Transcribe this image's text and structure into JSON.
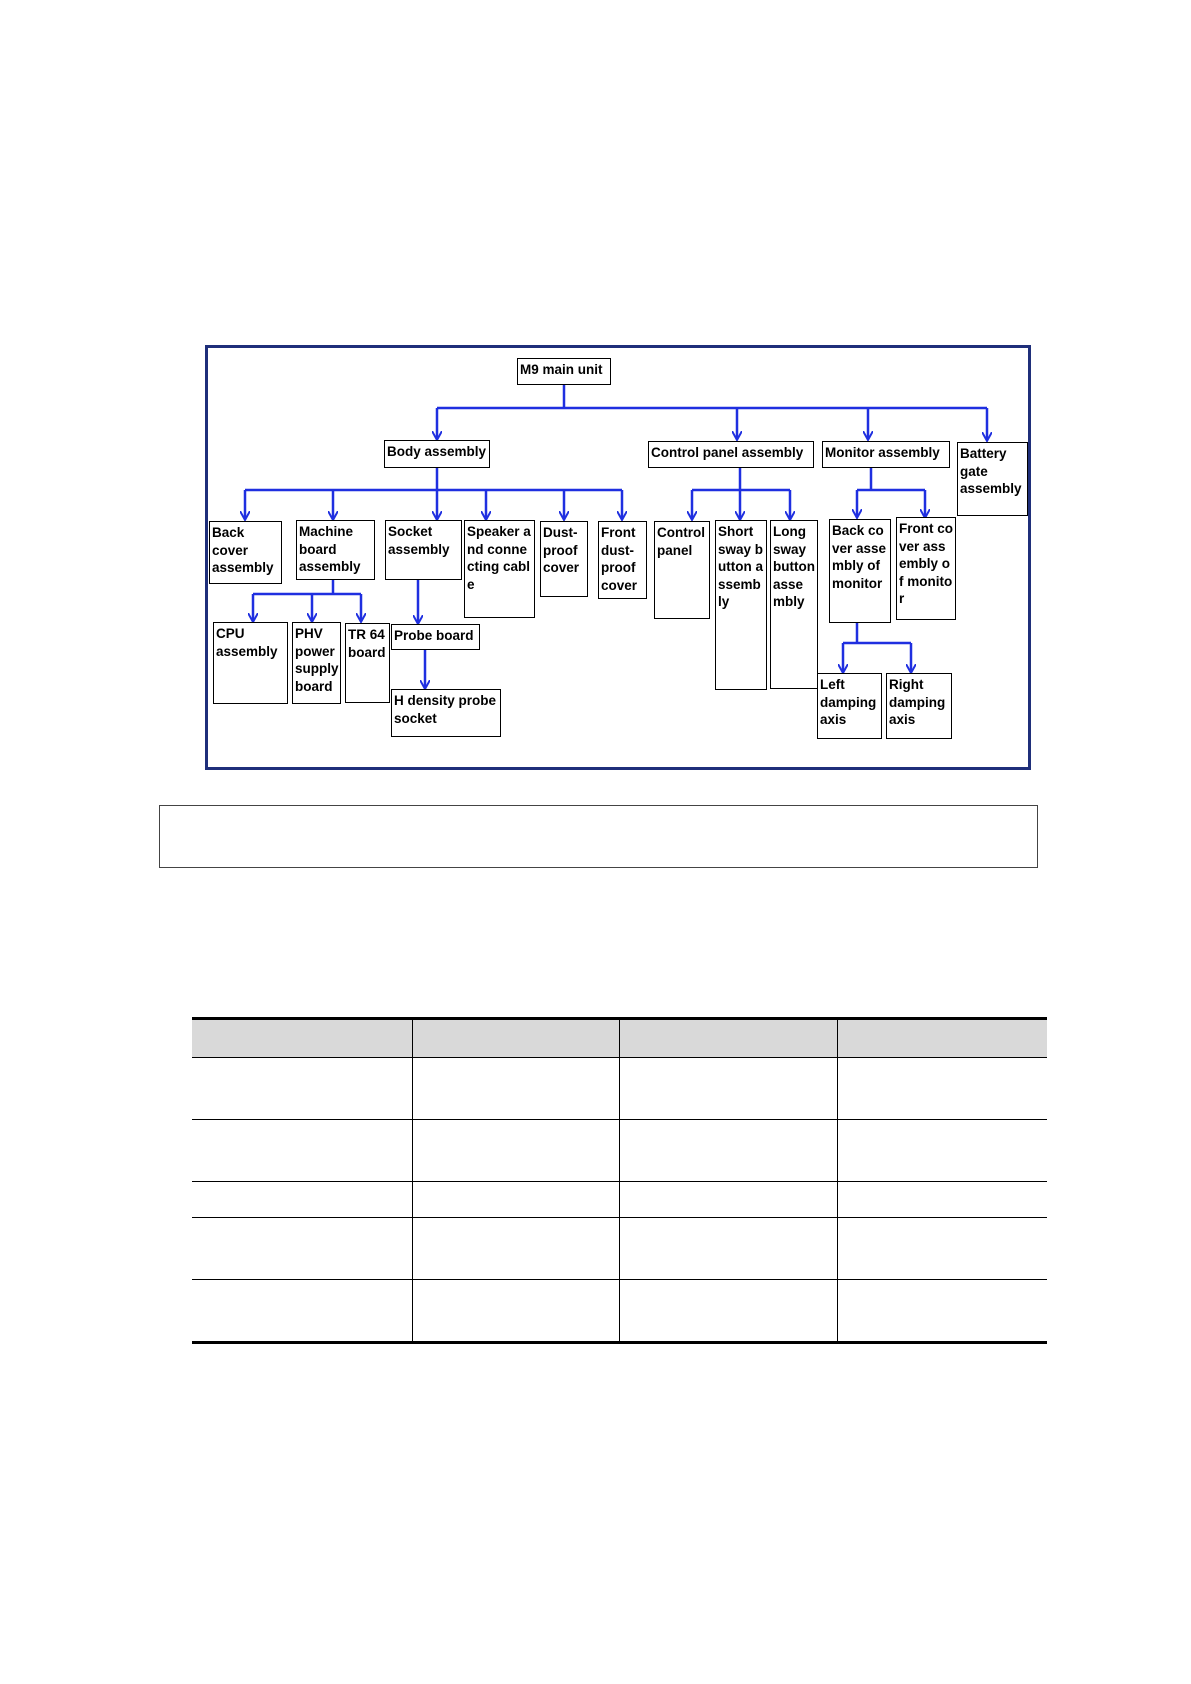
{
  "diagram": {
    "nodes": {
      "main_unit": "M9 main unit",
      "body_assembly": "Body assembly",
      "control_panel_assembly": "Control panel assembly",
      "monitor_assembly": "Monitor assembly",
      "battery_gate_assembly": "Battery gate assembly",
      "back_cover_assembly": "Back cover assembly",
      "machine_board_assembly": "Machine board assembly",
      "socket_assembly": "Socket assembly",
      "speaker_cable": "Speaker and connecting cable",
      "dust_proof_cover": "Dust-proof cover",
      "front_dust_proof_cover": "Front dust-proof cover",
      "control_panel": "Control panel",
      "short_sway_button": "Short sway button assembly",
      "long_sway_button": "Long sway button assembly",
      "back_cover_monitor": "Back cover assembly of monitor",
      "front_cover_monitor": "Front cover assembly of monitor",
      "cpu_assembly": "CPU assembly",
      "phv_power_board": "PHV power supply board",
      "tr64_board": "TR 64 board",
      "probe_board": "Probe board",
      "h_density_socket": "H density probe socket",
      "left_damping_axis": "Left damping axis",
      "right_damping_axis": "Right damping axis"
    }
  },
  "colors": {
    "connector": "#1f2fe0",
    "frame": "#1f2f7a",
    "table_header": "#d9d9d9"
  }
}
